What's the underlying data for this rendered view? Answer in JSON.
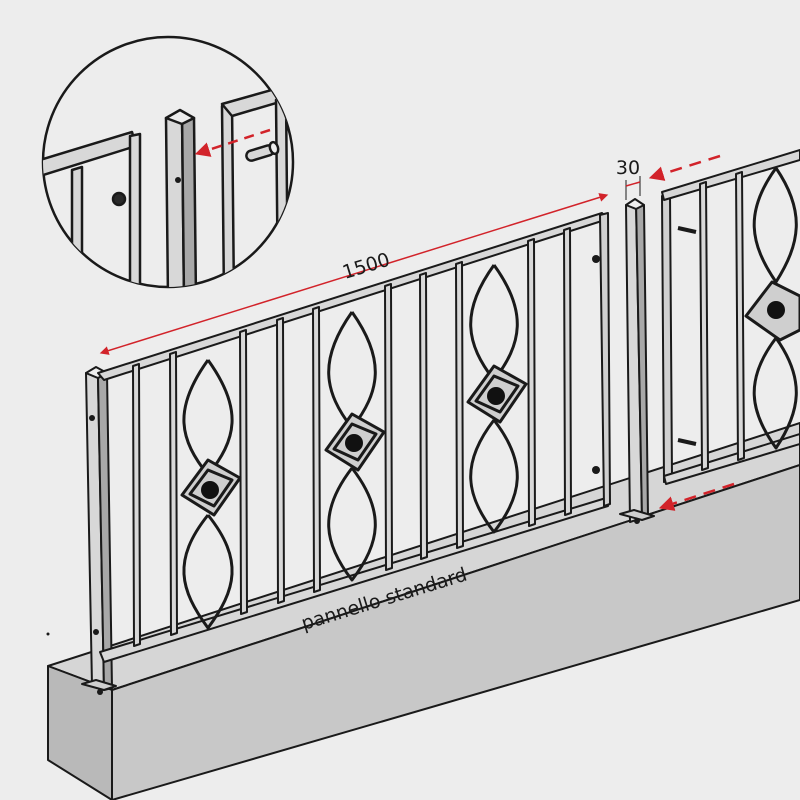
{
  "labels": {
    "width_dimension": "1500",
    "post_dimension": "30",
    "panel_label": "pannello standard"
  },
  "colors": {
    "background": "#ededed",
    "metal_fill": "#d8d8d8",
    "metal_dark": "#9a9a9a",
    "outline": "#1a1a1a",
    "arrow": "#d2232a",
    "curb_top": "#d6d6d6",
    "curb_front": "#c4c4c4",
    "curb_side": "#b4b4b4",
    "rosette": "#111111"
  },
  "icons": {
    "dimension_arrow": "red-double-arrow",
    "insert_arrow": "red-dashed-arrow",
    "zoom_detail": "circle-magnifier"
  }
}
